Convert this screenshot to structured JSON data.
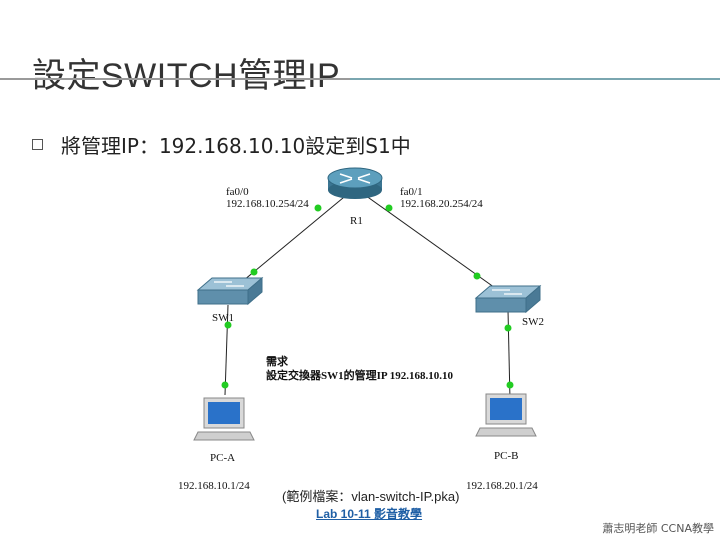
{
  "slide": {
    "title": "設定SWITCH管理IP",
    "bullet": "將管理IP：192.168.10.10設定到S1中",
    "footer": "蕭志明老師 CCNA教學"
  },
  "topology": {
    "router": {
      "name": "R1"
    },
    "left_interface": {
      "name": "fa0/0",
      "ip": "192.168.10.254/24"
    },
    "right_interface": {
      "name": "fa0/1",
      "ip": "192.168.20.254/24"
    },
    "sw1": {
      "name": "SW1"
    },
    "sw2": {
      "name": "SW2"
    },
    "pc_a": {
      "name": "PC-A",
      "ip": "192.168.10.1/24"
    },
    "pc_b": {
      "name": "PC-B",
      "ip": "192.168.20.1/24"
    },
    "requirement": {
      "heading": "需求",
      "text": "設定交換器SW1的管理IP 192.168.10.10"
    },
    "caption": "(範例檔案：vlan-switch-IP.pka)",
    "lab_link": "Lab 10-11 影音教學"
  },
  "colors": {
    "link_dot": "#22cc22",
    "router_body": "#4d8ea8",
    "switch_body": "#6e9db8",
    "link": "#1f5fa5"
  }
}
